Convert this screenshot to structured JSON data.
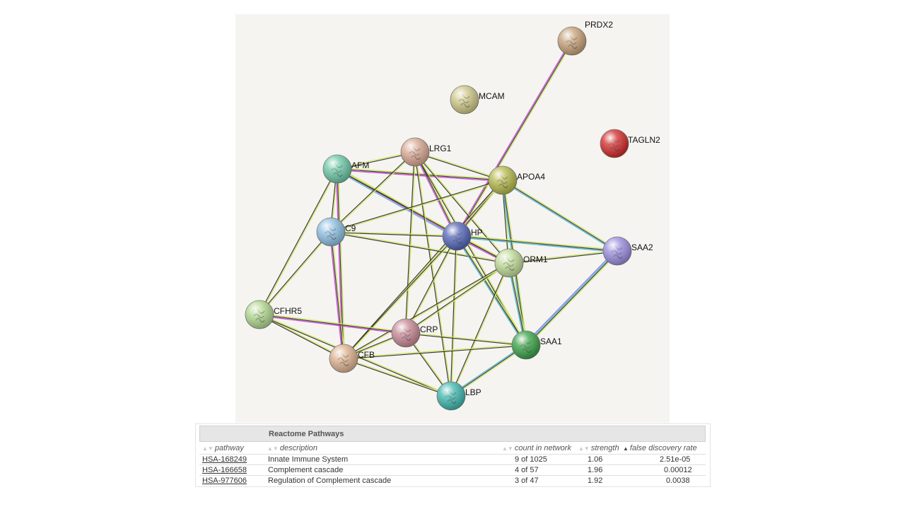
{
  "network": {
    "nodes": [
      {
        "id": "PRDX2",
        "color": "#c8a27a"
      },
      {
        "id": "MCAM",
        "color": "#cfc887"
      },
      {
        "id": "TAGLN2",
        "color": "#d32a2a"
      },
      {
        "id": "LRG1",
        "color": "#d9a892"
      },
      {
        "id": "AFM",
        "color": "#6cc8a6"
      },
      {
        "id": "APOA4",
        "color": "#b5b94a"
      },
      {
        "id": "C9",
        "color": "#8ec0e2"
      },
      {
        "id": "HP",
        "color": "#5466b8"
      },
      {
        "id": "ORM1",
        "color": "#bfdc98"
      },
      {
        "id": "SAA2",
        "color": "#9c8ee0"
      },
      {
        "id": "CFHR5",
        "color": "#b2d890"
      },
      {
        "id": "CRP",
        "color": "#c98996"
      },
      {
        "id": "SAA1",
        "color": "#3aa346"
      },
      {
        "id": "CFB",
        "color": "#e0b392"
      },
      {
        "id": "LBP",
        "color": "#3fb8b0"
      }
    ],
    "edges": [
      {
        "a": "PRDX2",
        "b": "HP",
        "types": [
          "textmining",
          "coexpression",
          "experimental"
        ]
      },
      {
        "a": "AFM",
        "b": "LRG1",
        "types": [
          "textmining",
          "coexpression"
        ]
      },
      {
        "a": "AFM",
        "b": "APOA4",
        "types": [
          "textmining",
          "coexpression",
          "experimental"
        ]
      },
      {
        "a": "AFM",
        "b": "HP",
        "types": [
          "textmining",
          "coexpression",
          "experimental",
          "database"
        ]
      },
      {
        "a": "AFM",
        "b": "ORM1",
        "types": [
          "textmining",
          "coexpression"
        ]
      },
      {
        "a": "AFM",
        "b": "C9",
        "types": [
          "textmining",
          "coexpression"
        ]
      },
      {
        "a": "AFM",
        "b": "CFB",
        "types": [
          "textmining",
          "coexpression",
          "experimental"
        ]
      },
      {
        "a": "AFM",
        "b": "CFHR5",
        "types": [
          "textmining",
          "coexpression"
        ]
      },
      {
        "a": "LRG1",
        "b": "APOA4",
        "types": [
          "textmining",
          "coexpression"
        ]
      },
      {
        "a": "LRG1",
        "b": "HP",
        "types": [
          "textmining",
          "coexpression",
          "experimental"
        ]
      },
      {
        "a": "LRG1",
        "b": "ORM1",
        "types": [
          "textmining",
          "coexpression"
        ]
      },
      {
        "a": "LRG1",
        "b": "C9",
        "types": [
          "textmining",
          "coexpression"
        ]
      },
      {
        "a": "LRG1",
        "b": "CRP",
        "types": [
          "textmining",
          "coexpression"
        ]
      },
      {
        "a": "LRG1",
        "b": "LBP",
        "types": [
          "textmining",
          "coexpression"
        ]
      },
      {
        "a": "LRG1",
        "b": "SAA1",
        "types": [
          "textmining",
          "coexpression"
        ]
      },
      {
        "a": "APOA4",
        "b": "HP",
        "types": [
          "textmining",
          "coexpression",
          "experimental"
        ]
      },
      {
        "a": "APOA4",
        "b": "ORM1",
        "types": [
          "textmining",
          "coexpression"
        ]
      },
      {
        "a": "APOA4",
        "b": "SAA1",
        "types": [
          "textmining",
          "coexpression",
          "database"
        ]
      },
      {
        "a": "APOA4",
        "b": "SAA2",
        "types": [
          "textmining",
          "coexpression",
          "database"
        ]
      },
      {
        "a": "APOA4",
        "b": "C9",
        "types": [
          "textmining",
          "coexpression"
        ]
      },
      {
        "a": "APOA4",
        "b": "CFB",
        "types": [
          "textmining",
          "coexpression"
        ]
      },
      {
        "a": "C9",
        "b": "HP",
        "types": [
          "textmining",
          "coexpression"
        ]
      },
      {
        "a": "C9",
        "b": "ORM1",
        "types": [
          "textmining",
          "coexpression"
        ]
      },
      {
        "a": "C9",
        "b": "CFB",
        "types": [
          "textmining",
          "coexpression",
          "experimental"
        ]
      },
      {
        "a": "C9",
        "b": "CFHR5",
        "types": [
          "textmining",
          "coexpression"
        ]
      },
      {
        "a": "HP",
        "b": "ORM1",
        "types": [
          "textmining",
          "coexpression",
          "experimental"
        ]
      },
      {
        "a": "HP",
        "b": "SAA2",
        "types": [
          "textmining",
          "coexpression",
          "database"
        ]
      },
      {
        "a": "HP",
        "b": "SAA1",
        "types": [
          "textmining",
          "coexpression",
          "database"
        ]
      },
      {
        "a": "HP",
        "b": "CRP",
        "types": [
          "textmining",
          "coexpression"
        ]
      },
      {
        "a": "HP",
        "b": "LBP",
        "types": [
          "textmining",
          "coexpression"
        ]
      },
      {
        "a": "HP",
        "b": "CFB",
        "types": [
          "textmining",
          "coexpression"
        ]
      },
      {
        "a": "ORM1",
        "b": "SAA2",
        "types": [
          "textmining",
          "coexpression"
        ]
      },
      {
        "a": "ORM1",
        "b": "SAA1",
        "types": [
          "textmining",
          "coexpression",
          "database"
        ]
      },
      {
        "a": "ORM1",
        "b": "CRP",
        "types": [
          "textmining",
          "coexpression"
        ]
      },
      {
        "a": "ORM1",
        "b": "LBP",
        "types": [
          "textmining",
          "coexpression"
        ]
      },
      {
        "a": "ORM1",
        "b": "CFB",
        "types": [
          "textmining",
          "coexpression"
        ]
      },
      {
        "a": "SAA2",
        "b": "SAA1",
        "types": [
          "textmining",
          "coexpression",
          "database",
          "homology"
        ]
      },
      {
        "a": "CFHR5",
        "b": "CRP",
        "types": [
          "textmining",
          "coexpression",
          "experimental"
        ]
      },
      {
        "a": "CFHR5",
        "b": "CFB",
        "types": [
          "textmining",
          "coexpression"
        ]
      },
      {
        "a": "CFHR5",
        "b": "LBP",
        "types": [
          "textmining",
          "coexpression"
        ]
      },
      {
        "a": "CRP",
        "b": "CFB",
        "types": [
          "textmining",
          "coexpression"
        ]
      },
      {
        "a": "CRP",
        "b": "SAA1",
        "types": [
          "textmining",
          "coexpression"
        ]
      },
      {
        "a": "CRP",
        "b": "LBP",
        "types": [
          "textmining",
          "coexpression"
        ]
      },
      {
        "a": "CFB",
        "b": "SAA1",
        "types": [
          "textmining",
          "coexpression"
        ]
      },
      {
        "a": "CFB",
        "b": "LBP",
        "types": [
          "textmining",
          "coexpression"
        ]
      },
      {
        "a": "SAA1",
        "b": "LBP",
        "types": [
          "textmining",
          "coexpression",
          "database"
        ]
      }
    ],
    "edge_colors": {
      "textmining": "#cfe85c",
      "coexpression": "#3a3a3a",
      "experimental": "#d142d8",
      "database": "#47b7cf",
      "homology": "#8a78e8"
    }
  },
  "table": {
    "title": "Reactome Pathways",
    "columns": [
      "pathway",
      "description",
      "count in network",
      "strength",
      "false discovery rate"
    ],
    "rows": [
      {
        "pathway": "HSA-168249",
        "description": "Innate Immune System",
        "count": "9 of 1025",
        "strength": "1.06",
        "fdr": "2.51e-05"
      },
      {
        "pathway": "HSA-166658",
        "description": "Complement cascade",
        "count": "4 of 57",
        "strength": "1.96",
        "fdr": "0.00012"
      },
      {
        "pathway": "HSA-977606",
        "description": "Regulation of Complement cascade",
        "count": "3 of 47",
        "strength": "1.92",
        "fdr": "0.0038"
      }
    ]
  }
}
